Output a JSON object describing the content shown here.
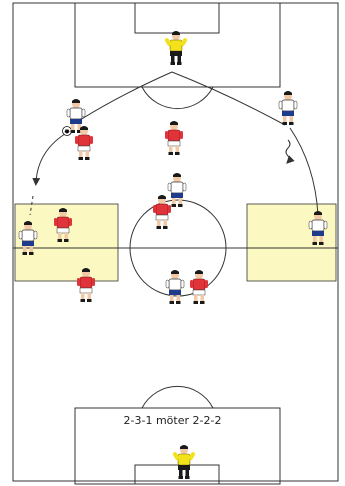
{
  "caption": "2-3-1 möter 2-2-2",
  "colors": {
    "field_line": "#333333",
    "zone_fill": "#fbf8c1",
    "team_red": "#e0343a",
    "team_white": "#ffffff",
    "shorts_blue": "#1f3b8c",
    "goalkeeper": "#f2e21b",
    "skin": "#f1c9a6",
    "hair": "#1a1a1a"
  },
  "players": [
    {
      "role": "goalkeeper",
      "team": "yellow",
      "name_icon": "goalkeeper-top-icon"
    },
    {
      "role": "goalkeeper",
      "team": "yellow",
      "name_icon": "goalkeeper-bottom-icon"
    },
    {
      "role": "outfield",
      "team": "white",
      "name_icon": "white-player-icon"
    },
    {
      "role": "outfield",
      "team": "red",
      "name_icon": "red-player-icon"
    },
    {
      "role": "ball",
      "name_icon": "soccer-ball-icon"
    }
  ]
}
